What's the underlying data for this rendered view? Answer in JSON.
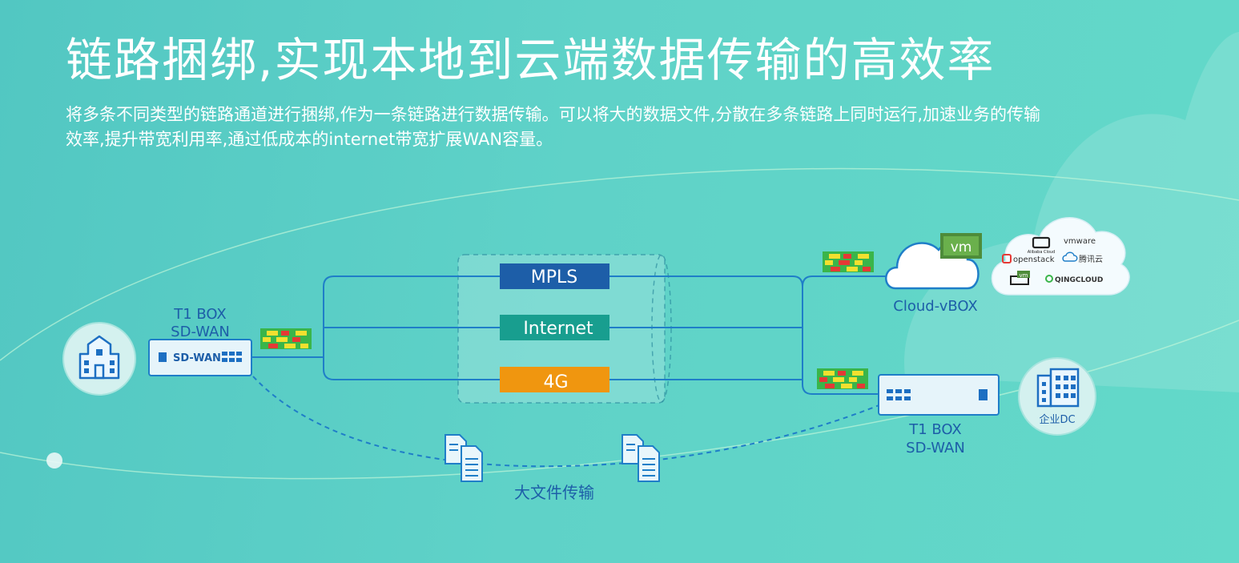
{
  "title": "链路捆绑,实现本地到云端数据传输的高效率",
  "description": "将多条不同类型的链路通道进行捆绑,作为一条链路进行数据传输。可以将大的数据文件,分散在多条链路上同时运行,加速业务的传输效率,提升带宽利用率,通过低成本的internet带宽扩展WAN容量。",
  "left_box": {
    "label_line1": "T1 BOX",
    "label_line2": "SD-WAN",
    "device_text": "SD-WAN"
  },
  "links": [
    {
      "label": "MPLS",
      "color": "#1d5ea8"
    },
    {
      "label": "Internet",
      "color": "#189e8f"
    },
    {
      "label": "4G",
      "color": "#f0960f"
    }
  ],
  "cloud": {
    "label": "Cloud-vBOX",
    "vm_badge": "vm",
    "providers": [
      "Alibaba Cloud",
      "vmware",
      "openstack",
      "腾讯云",
      "vm",
      "QINGCLOUD"
    ]
  },
  "right_box": {
    "label_line1": "T1 BOX",
    "label_line2": "SD-WAN"
  },
  "dc_label": "企业DC",
  "file_transfer_label": "大文件传输",
  "colors": {
    "line": "#1f7ec8",
    "accent_blue": "#1d5ea8",
    "teal": "#189e8f",
    "orange": "#f0960f"
  },
  "icons": [
    "building-icon",
    "office-building-icon",
    "document-icon",
    "cloud-icon",
    "packet-icon"
  ]
}
